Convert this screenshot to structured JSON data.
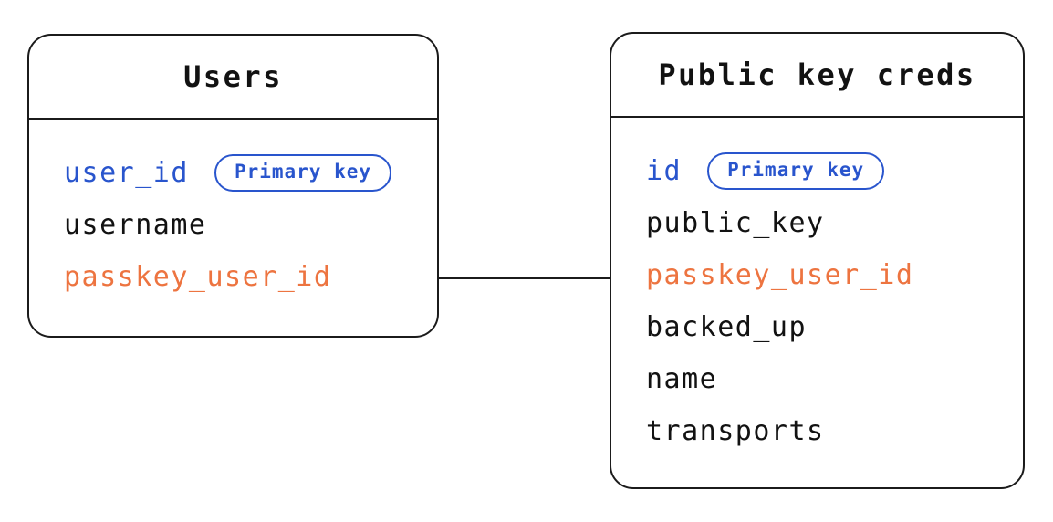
{
  "colors": {
    "primary_key_color": "#2955cd",
    "foreign_key_color": "#ed7440",
    "text_color": "#121212",
    "border_color": "#1b1b1b",
    "background_color": "#ffffff"
  },
  "diagram": {
    "type": "entity-relationship",
    "tables": [
      {
        "title": "Users",
        "fields": [
          {
            "label": "user_id",
            "role": "primary-key",
            "badge": "Primary key"
          },
          {
            "label": "username",
            "role": "normal"
          },
          {
            "label": "passkey_user_id",
            "role": "foreign-key"
          }
        ]
      },
      {
        "title": "Public key creds",
        "fields": [
          {
            "label": "id",
            "role": "primary-key",
            "badge": "Primary key"
          },
          {
            "label": "public_key",
            "role": "normal"
          },
          {
            "label": "passkey_user_id",
            "role": "foreign-key"
          },
          {
            "label": "backed_up",
            "role": "normal"
          },
          {
            "label": "name",
            "role": "normal"
          },
          {
            "label": "transports",
            "role": "normal"
          }
        ]
      }
    ],
    "relationship": {
      "from_table": "Users",
      "from_field": "passkey_user_id",
      "to_table": "Public key creds",
      "to_field": "passkey_user_id"
    }
  }
}
